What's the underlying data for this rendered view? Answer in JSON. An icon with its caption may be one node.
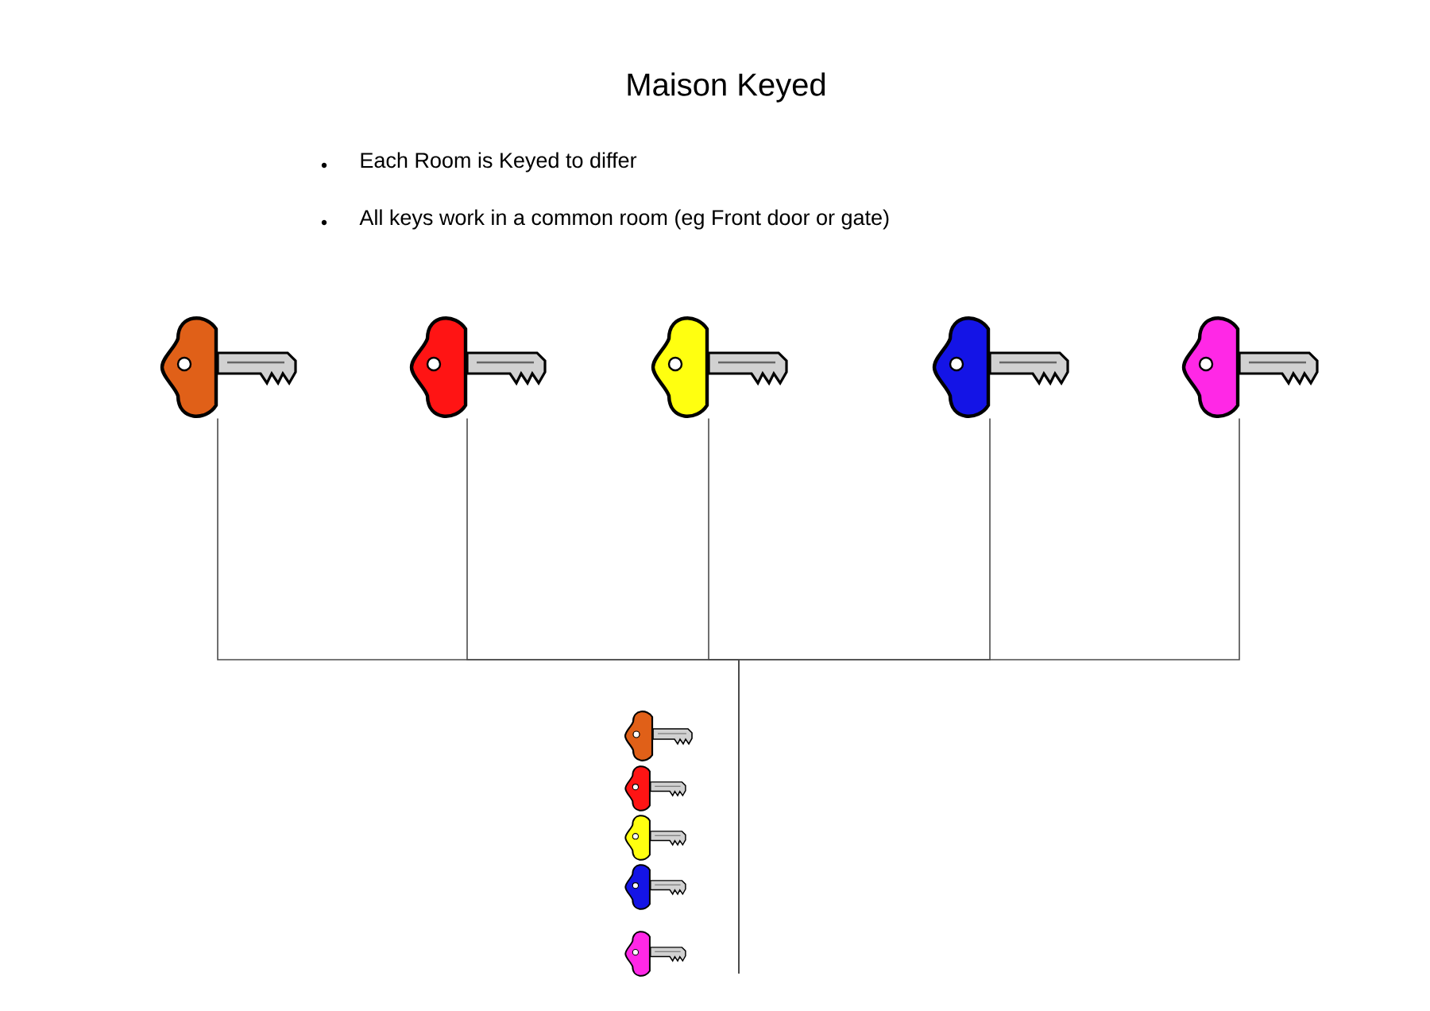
{
  "diagram": {
    "title": "Maison Keyed",
    "nodes": [
      {
        "text": [],
        "shape": "picture"
      },
      {
        "text": [],
        "shape": "picture"
      },
      {
        "text": [],
        "shape": "picture"
      },
      {
        "text": [],
        "shape": "picture"
      },
      {
        "text": [],
        "shape": "picture"
      },
      {
        "text": [],
        "shape": "picture"
      }
    ],
    "edges": [
      {
        "from": 0,
        "to": 5,
        "arrow": "none"
      },
      {
        "from": 1,
        "to": 5,
        "arrow": "none"
      },
      {
        "from": 2,
        "to": 5,
        "arrow": "none"
      },
      {
        "from": 3,
        "to": 5,
        "arrow": "none"
      },
      {
        "from": 4,
        "to": 5,
        "arrow": "none"
      }
    ],
    "labels": [
      "Each Room is Keyed to differ",
      "All keys work in a common room (eg Front door or gate)"
    ]
  }
}
